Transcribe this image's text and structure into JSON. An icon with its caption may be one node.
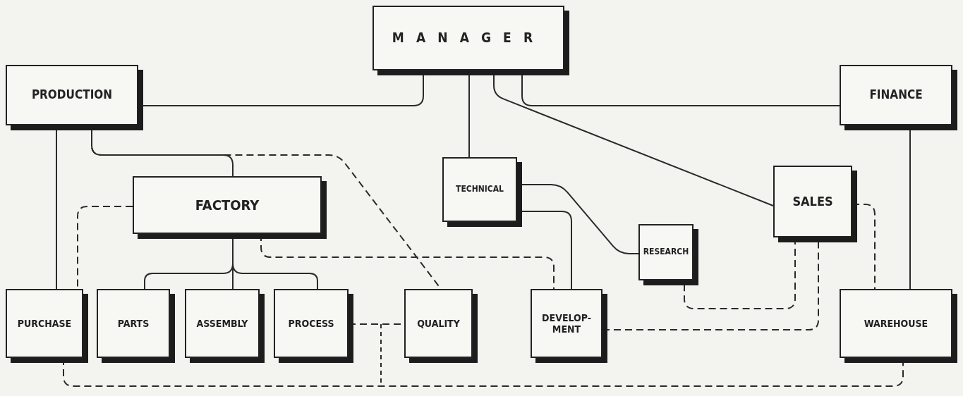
{
  "diagram": {
    "nodes": [
      {
        "text": [
          "MANAGER"
        ]
      },
      {
        "text": [
          "PRODUCTION"
        ]
      },
      {
        "text": [
          "FINANCE"
        ]
      },
      {
        "text": [
          "FACTORY"
        ]
      },
      {
        "text": [
          "TECHNICAL"
        ]
      },
      {
        "text": [
          "SALES"
        ]
      },
      {
        "text": [
          "RESEARCH"
        ]
      },
      {
        "text": [
          "PURCHASE"
        ]
      },
      {
        "text": [
          "PARTS"
        ]
      },
      {
        "text": [
          "ASSEMBLY"
        ]
      },
      {
        "text": [
          "PROCESS"
        ]
      },
      {
        "text": [
          "QUALITY"
        ]
      },
      {
        "text": [
          "DEVELOP- MENT"
        ]
      },
      {
        "text": [
          "WAREHOUSE"
        ]
      }
    ],
    "edges": [
      {
        "from": 0,
        "to": 1,
        "arrow": "none"
      },
      {
        "from": 0,
        "to": 4,
        "arrow": "none"
      },
      {
        "from": 0,
        "to": 5,
        "arrow": "none"
      },
      {
        "from": 0,
        "to": 2,
        "arrow": "none"
      },
      {
        "from": 1,
        "to": 7,
        "arrow": "none"
      },
      {
        "from": 1,
        "to": 3,
        "arrow": "none"
      },
      {
        "from": 2,
        "to": 13,
        "arrow": "none"
      },
      {
        "from": 3,
        "to": 8,
        "arrow": "none"
      },
      {
        "from": 3,
        "to": 9,
        "arrow": "none"
      },
      {
        "from": 3,
        "to": 10,
        "arrow": "none"
      },
      {
        "from": 4,
        "to": 6,
        "arrow": "none"
      },
      {
        "from": 4,
        "to": 12,
        "arrow": "none"
      },
      {
        "from": 3,
        "to": 7,
        "arrow": "none",
        "style": "dashed"
      },
      {
        "from": 1,
        "to": 11,
        "arrow": "none",
        "style": "dashed"
      },
      {
        "from": 3,
        "to": 12,
        "arrow": "none",
        "style": "dashed"
      },
      {
        "from": 10,
        "to": 11,
        "arrow": "none",
        "style": "dashed"
      },
      {
        "from": 5,
        "to": 6,
        "arrow": "none",
        "style": "dashed"
      },
      {
        "from": 12,
        "to": 5,
        "arrow": "none",
        "style": "dashed"
      },
      {
        "from": 5,
        "to": 13,
        "arrow": "none",
        "style": "dashed"
      },
      {
        "from": 7,
        "to": 13,
        "arrow": "none",
        "style": "dashed"
      }
    ]
  }
}
